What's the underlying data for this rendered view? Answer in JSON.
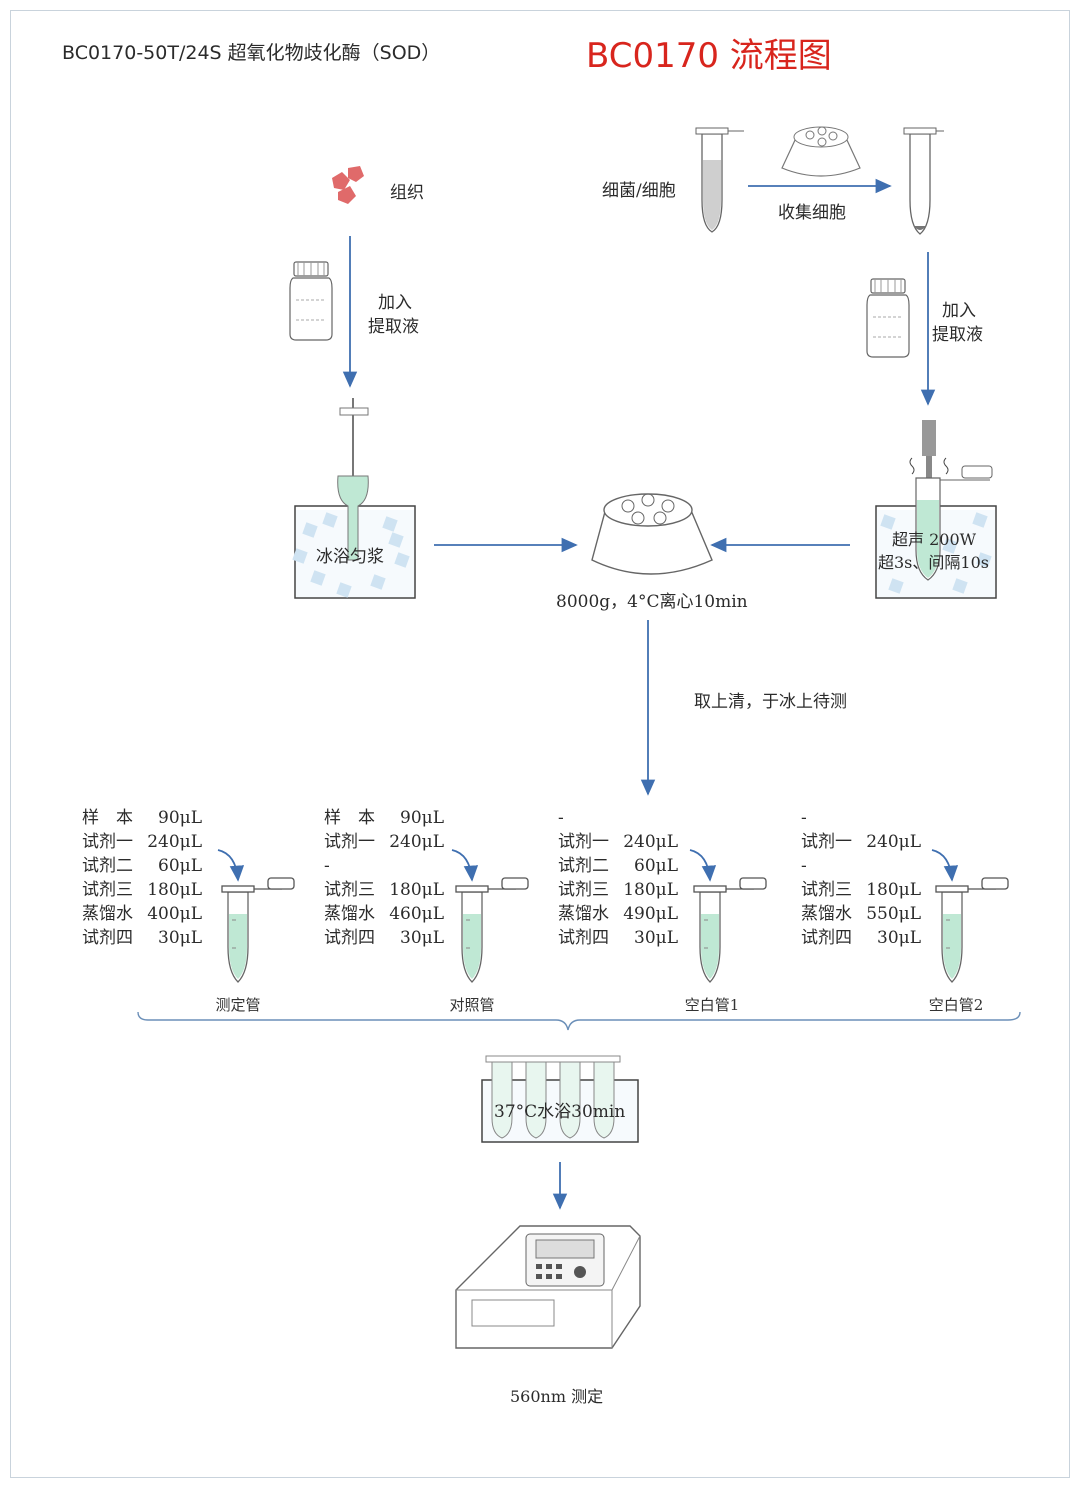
{
  "header": {
    "title": "BC0170-50T/24S 超氧化物歧化酶（SOD）",
    "flow_title": "BC0170 流程图"
  },
  "left_branch": {
    "sample": "组织",
    "add_line1": "加入",
    "add_line2": "提取液",
    "process": "冰浴匀浆"
  },
  "right_branch": {
    "sample": "细菌/细胞",
    "collect": "收集细胞",
    "add_line1": "加入",
    "add_line2": "提取液",
    "sonic_line1": "超声 200W",
    "sonic_line2": "超3s、间隔10s"
  },
  "centrifuge": "8000g，4°C离心10min",
  "supernatant": "取上清，于冰上待测",
  "tubes": [
    {
      "name": "测定管",
      "rows": [
        [
          "样　本",
          "90μL"
        ],
        [
          "试剂一",
          "240μL"
        ],
        [
          "试剂二",
          "60μL"
        ],
        [
          "试剂三",
          "180μL"
        ],
        [
          "蒸馏水",
          "400μL"
        ],
        [
          "试剂四",
          "30μL"
        ]
      ]
    },
    {
      "name": "对照管",
      "rows": [
        [
          "样　本",
          "90μL"
        ],
        [
          "试剂一",
          "240μL"
        ],
        [
          "-",
          ""
        ],
        [
          "试剂三",
          "180μL"
        ],
        [
          "蒸馏水",
          "460μL"
        ],
        [
          "试剂四",
          "30μL"
        ]
      ]
    },
    {
      "name": "空白管1",
      "rows": [
        [
          "-",
          ""
        ],
        [
          "试剂一",
          "240μL"
        ],
        [
          "试剂二",
          "60μL"
        ],
        [
          "试剂三",
          "180μL"
        ],
        [
          "蒸馏水",
          "490μL"
        ],
        [
          "试剂四",
          "30μL"
        ]
      ]
    },
    {
      "name": "空白管2",
      "rows": [
        [
          "-",
          ""
        ],
        [
          "试剂一",
          "240μL"
        ],
        [
          "-",
          ""
        ],
        [
          "试剂三",
          "180μL"
        ],
        [
          "蒸馏水",
          "550μL"
        ],
        [
          "试剂四",
          "30μL"
        ]
      ]
    }
  ],
  "water_bath": "37°C水浴30min",
  "measure": "560nm 测定",
  "colors": {
    "arrow": "#3f6fb0",
    "liquid": "#bfe8d4",
    "tissue": "#e06a6a",
    "title_red": "#d8251d",
    "ice": "#cfe3f2"
  }
}
